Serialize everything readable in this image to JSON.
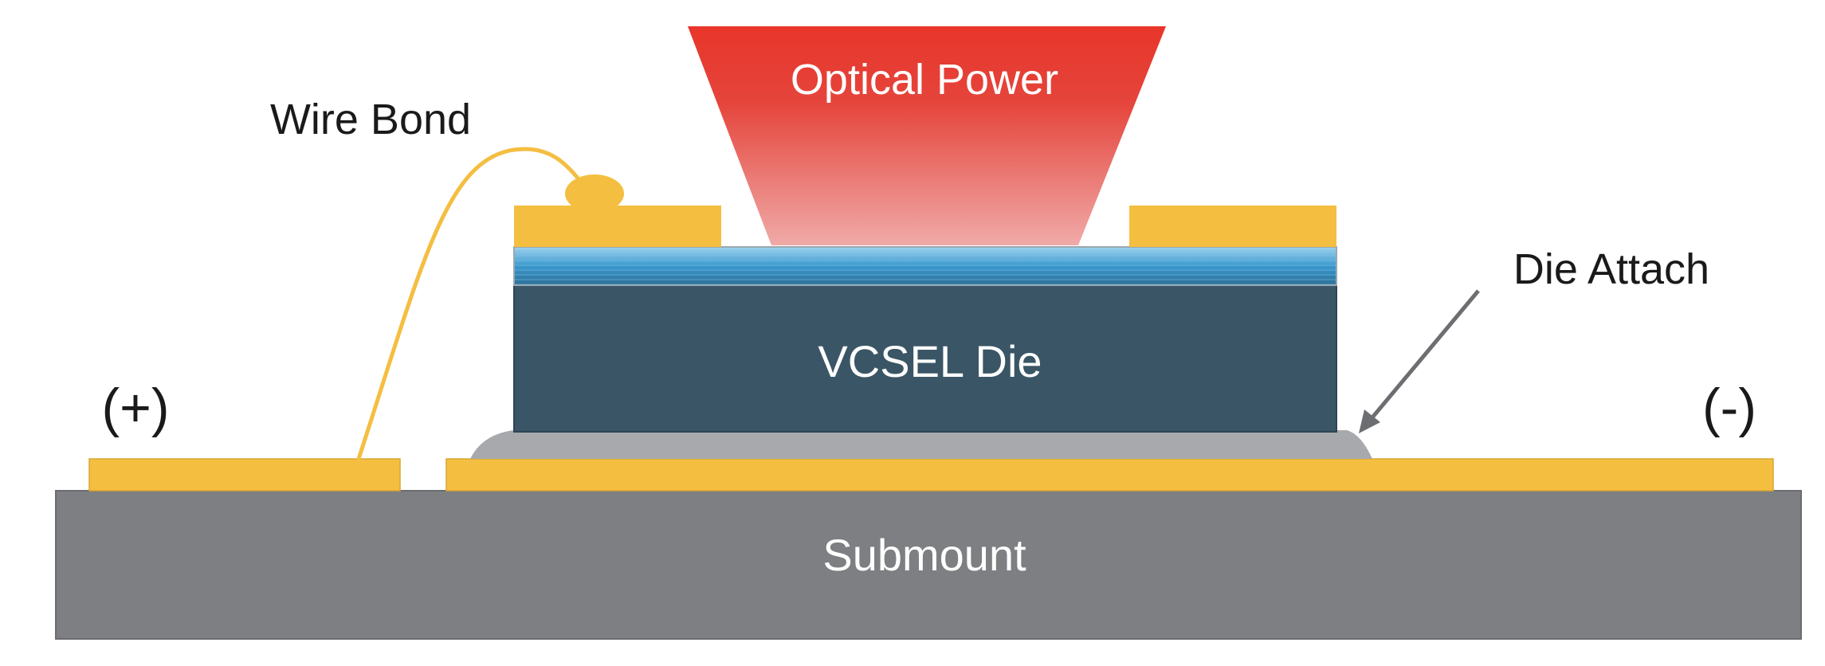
{
  "labels": {
    "optical_power": "Optical Power",
    "wire_bond": "Wire Bond",
    "die_attach": "Die Attach",
    "vcsel_die": "VCSEL Die",
    "plus": "(+)",
    "minus": "(-)",
    "submount": "Submount"
  },
  "colors": {
    "gold": "#F4BE41",
    "gold_dark": "#E4AE35",
    "submount": "#7E7F82",
    "die": "#3A5666",
    "die_attach": "#A7A9AC",
    "beam_top": "#E8352A",
    "beam_bottom": "#F0A8A6",
    "epi_blue": "#3A9BD0",
    "arrow": "#6D6E71",
    "text_dark": "#1A1A1A",
    "text_light": "#FFFFFF"
  }
}
